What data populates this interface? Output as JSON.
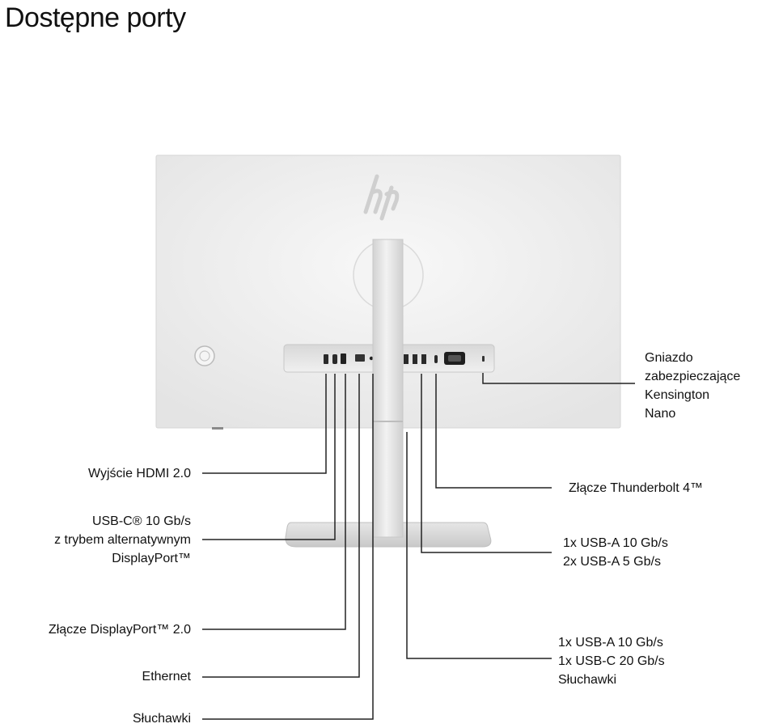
{
  "title": "Dostępne porty",
  "brand_logo": "hp",
  "callouts_left": [
    {
      "id": "hdmi",
      "lines": [
        "Wyjście HDMI 2.0"
      ]
    },
    {
      "id": "usbc-dp",
      "lines": [
        "USB-C® 10 Gb/s",
        "z trybem alternatywnym",
        "DisplayPort™"
      ]
    },
    {
      "id": "displayport",
      "lines": [
        "Złącze DisplayPort™ 2.0"
      ]
    },
    {
      "id": "ethernet",
      "lines": [
        "Ethernet"
      ]
    },
    {
      "id": "headphones",
      "lines": [
        "Słuchawki"
      ]
    }
  ],
  "callouts_right": [
    {
      "id": "kensington",
      "lines": [
        "Gniazdo",
        "zabezpieczające",
        "Kensington",
        "Nano"
      ]
    },
    {
      "id": "thunderbolt",
      "lines": [
        "Złącze Thunderbolt 4™"
      ]
    },
    {
      "id": "usb-rear",
      "lines": [
        "1x USB-A 10 Gb/s",
        "2x USB-A 5 Gb/s"
      ]
    },
    {
      "id": "usb-side",
      "lines": [
        "1x USB-A 10 Gb/s",
        "1x USB-C 20 Gb/s",
        "Słuchawki"
      ]
    }
  ],
  "colors": {
    "line": "#222222",
    "panel": "#ececec",
    "stand": "#dedede",
    "text": "#111111"
  }
}
